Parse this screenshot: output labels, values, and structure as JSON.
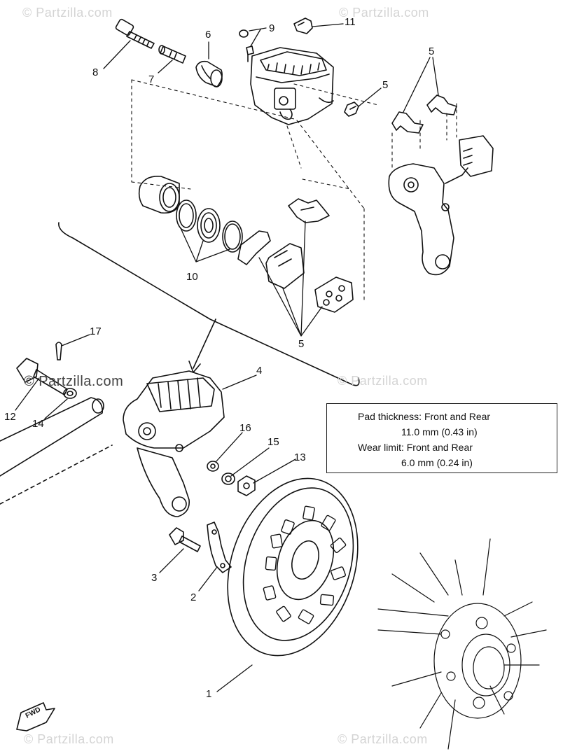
{
  "watermark": {
    "text": "© Partzilla.com"
  },
  "callouts": [
    {
      "id": "c8",
      "label": "8"
    },
    {
      "id": "c7",
      "label": "7"
    },
    {
      "id": "c6",
      "label": "6"
    },
    {
      "id": "c9",
      "label": "9"
    },
    {
      "id": "c11",
      "label": "11"
    },
    {
      "id": "c5a",
      "label": "5"
    },
    {
      "id": "c5b",
      "label": "5"
    },
    {
      "id": "c10",
      "label": "10"
    },
    {
      "id": "c5c",
      "label": "5"
    },
    {
      "id": "c17",
      "label": "17"
    },
    {
      "id": "c4",
      "label": "4"
    },
    {
      "id": "c12",
      "label": "12"
    },
    {
      "id": "c14",
      "label": "14"
    },
    {
      "id": "c16",
      "label": "16"
    },
    {
      "id": "c15",
      "label": "15"
    },
    {
      "id": "c13",
      "label": "13"
    },
    {
      "id": "c3",
      "label": "3"
    },
    {
      "id": "c2",
      "label": "2"
    },
    {
      "id": "c1",
      "label": "1"
    }
  ],
  "spec_box": {
    "line1": "Pad thickness:  Front and Rear",
    "line2": "11.0 mm (0.43 in)",
    "line3": "Wear limit:  Front and Rear",
    "line4": "6.0 mm (0.24 in)"
  },
  "fwd_label": "FWD"
}
